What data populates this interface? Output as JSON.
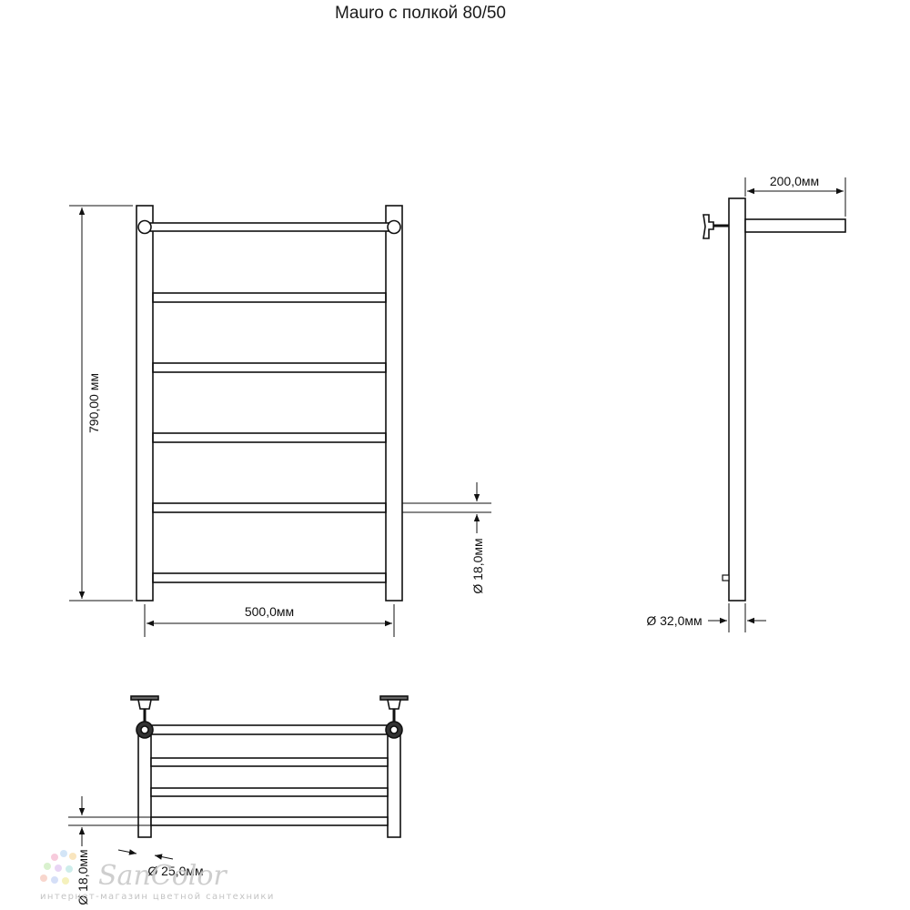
{
  "title": "Mauro с полкой 80/50",
  "dimensions": {
    "height": "790,00 мм",
    "width": "500,0мм",
    "bar_diameter": "Ø 18,0мм",
    "depth": "200,0мм",
    "post_diameter": "Ø 32,0мм",
    "flange_diameter": "Ø 25,0мм",
    "bottom_bar_diameter": "Ø 18,0мм"
  },
  "watermark": {
    "brand": "SanColor",
    "tagline": "интернет-магазин цветной сантехники"
  }
}
